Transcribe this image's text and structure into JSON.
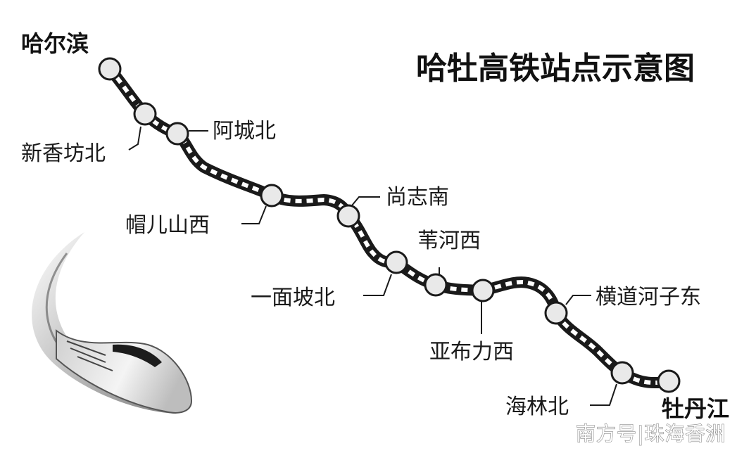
{
  "title": "哈牡高铁站点示意图",
  "endpoints": {
    "start": "哈尔滨",
    "end": "牡丹江"
  },
  "stations": [
    {
      "name": "哈尔滨",
      "labeled_separately": true
    },
    {
      "name": "新香坊北"
    },
    {
      "name": "阿城北"
    },
    {
      "name": "帽儿山西"
    },
    {
      "name": "尚志南"
    },
    {
      "name": "一面坡北"
    },
    {
      "name": "苇河西"
    },
    {
      "name": "亚布力西"
    },
    {
      "name": "横道河子东"
    },
    {
      "name": "海林北"
    },
    {
      "name": "牡丹江",
      "labeled_separately": true
    }
  ],
  "watermark": "南方号|珠海香洲",
  "colors": {
    "line": "#1a1a1a",
    "station_fill": "#e9e9e9",
    "text": "#1a1a1a"
  }
}
